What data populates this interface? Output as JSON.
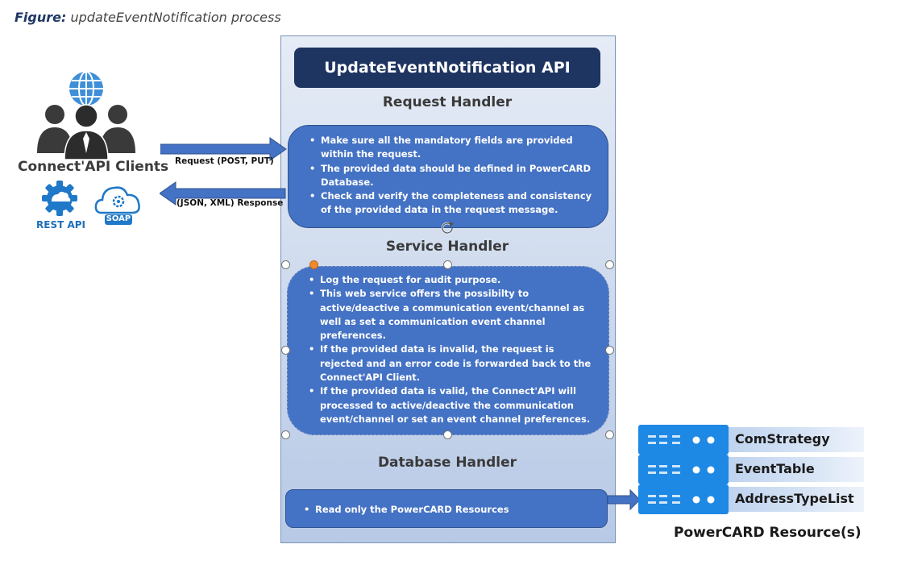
{
  "caption": {
    "label": "Figure:",
    "text": "updateEventNotification process"
  },
  "api_title": "UpdateEventNotification API",
  "clients": {
    "label": "Connect'API Clients",
    "rest_label": "REST API",
    "soap_label": "SOAP",
    "request_arrow": "Request (POST, PUT)",
    "response_arrow": "(JSON, XML) Response"
  },
  "request_handler": {
    "title": "Request Handler",
    "items": [
      "Make sure all the mandatory fields are provided within the request.",
      "The provided data should be defined in PowerCARD Database.",
      "Check and verify the completeness and consistency of the provided data in the request message."
    ]
  },
  "service_handler": {
    "title": "Service Handler",
    "items": [
      "Log the request for audit purpose.",
      "This web service offers the possibilty to active/deactive a communication event/channel as well as set a communication event channel preferences.",
      "If the provided data is invalid, the request is rejected and an error code is forwarded back to the Connect'API Client.",
      "If the provided data is valid, the Connect'API will processed to active/deactive the communication event/channel or set an event channel preferences."
    ]
  },
  "database_handler": {
    "title": "Database Handler",
    "items": [
      "Read only the PowerCARD Resources"
    ]
  },
  "resources": {
    "items": [
      "ComStrategy",
      "EventTable",
      "AddressTypeList"
    ],
    "caption": "PowerCARD Resource(s)"
  },
  "colors": {
    "dark_navy": "#1e3461",
    "box_blue": "#4472c4",
    "server_blue": "#1e88e5"
  }
}
